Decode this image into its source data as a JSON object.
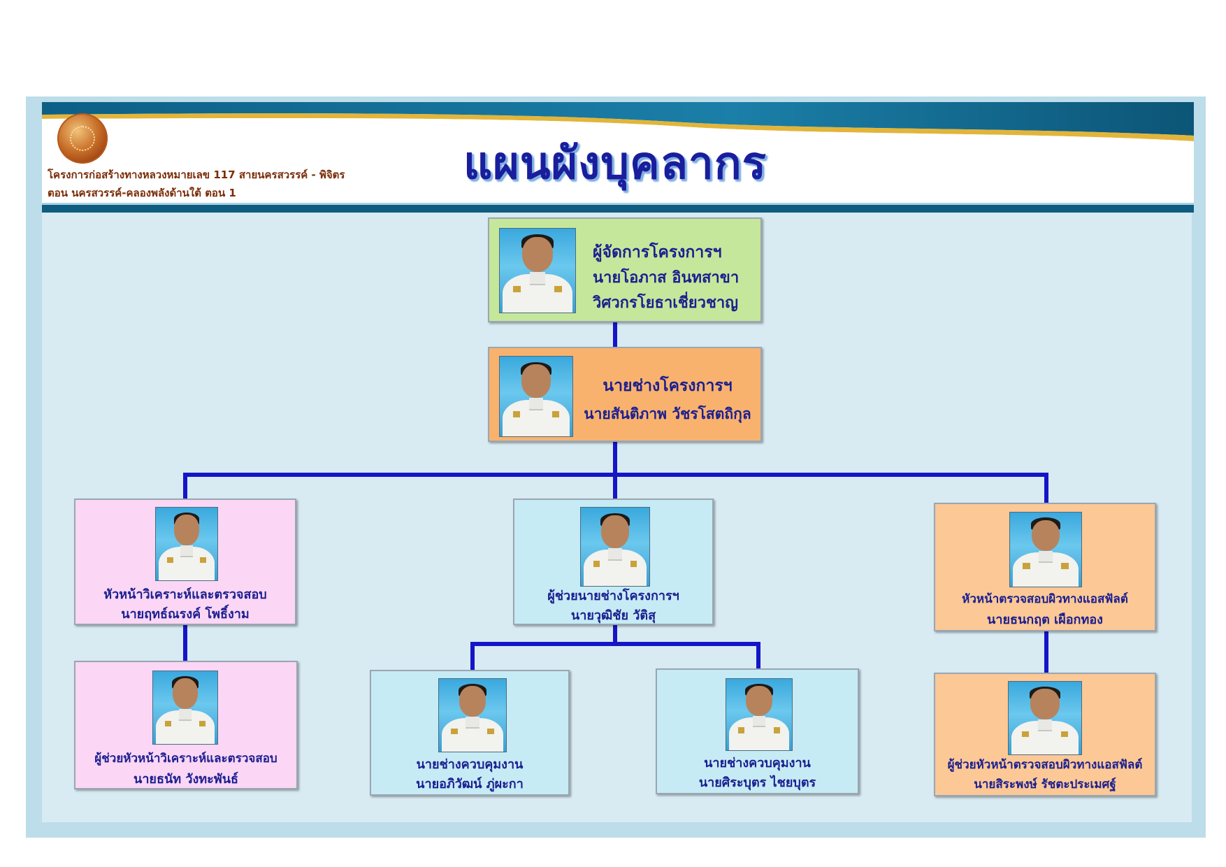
{
  "header": {
    "title": "แผนผังบุคลากร",
    "project_line1": "โครงการก่อสร้างทางหลวงหมายเลข 117 สายนครสวรรค์ - พิจิตร",
    "project_line2": "ตอน นครสวรรค์-คลองพลังด้านใต้ ตอน 1",
    "logo_icon": "department-seal-icon"
  },
  "colors": {
    "title": "#1a1d9c",
    "connector": "#1515c8",
    "manager_box": "#c5e79b",
    "engineer_box": "#f9b26e",
    "analysis_box": "#fbd6f5",
    "assistant_box": "#c6ebf5",
    "asphalt_box": "#fcc896"
  },
  "nodes": {
    "manager": {
      "role": "ผู้จัดการโครงการฯ",
      "name": "นายโอภาส  อินทสาขา",
      "position": "วิศวกรโยธาเชี่ยวชาญ",
      "photo_icon": "portrait-photo"
    },
    "project_engineer": {
      "role": "นายช่างโครงการฯ",
      "name": "นายสันติภาพ วัชรโสตถิกุล",
      "photo_icon": "portrait-photo"
    },
    "analysis_head": {
      "role": "หัวหน้าวิเคราะห์และตรวจสอบ",
      "name": "นายฤทธ์ณรงค์  โพธิ์งาม",
      "photo_icon": "portrait-photo"
    },
    "analysis_assistant": {
      "role": "ผู้ช่วยหัวหน้าวิเคราะห์และตรวจสอบ",
      "name": "นายธนัท  วังทะพันธ์",
      "photo_icon": "portrait-photo"
    },
    "assistant_engineer": {
      "role": "ผู้ช่วยนายช่างโครงการฯ",
      "name": "นายวุฒิชัย  วัติสุ",
      "photo_icon": "portrait-photo"
    },
    "supervisor_1": {
      "role": "นายช่างควบคุมงาน",
      "name": "นายอภิวัฒน์ ภู่ผะกา",
      "photo_icon": "portrait-photo"
    },
    "supervisor_2": {
      "role": "นายช่างควบคุมงาน",
      "name": "นายศิระบุตร  ไชยบุตร",
      "photo_icon": "portrait-photo"
    },
    "asphalt_head": {
      "role": "หัวหน้าตรวจสอบผิวทางแอสฟัลต์",
      "name": "นายธนกฤต  เผือกทอง",
      "photo_icon": "portrait-photo"
    },
    "asphalt_assistant": {
      "role": "ผู้ช่วยหัวหน้าตรวจสอบผิวทางแอสฟัลต์",
      "name": "นายสิระพงษ์  รัชตะประเมศฐ์",
      "photo_icon": "portrait-photo"
    }
  }
}
